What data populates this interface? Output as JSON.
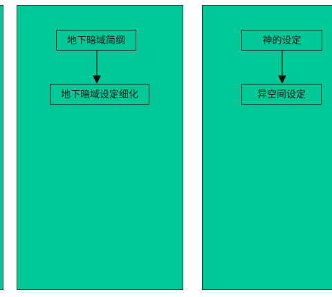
{
  "colors": {
    "panel": "#00c896",
    "border": "#333333",
    "text": "#1a1a1a"
  },
  "nodes": {
    "node_a": "地下暗域简纲",
    "node_b": "地下暗域设定细化",
    "node_c": "神的设定",
    "node_d": "异空间设定"
  }
}
